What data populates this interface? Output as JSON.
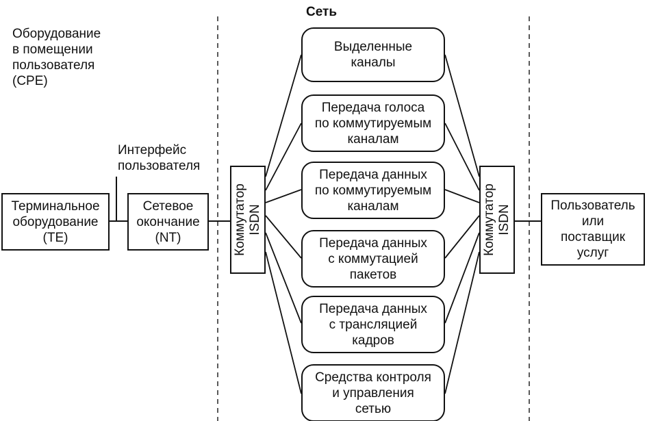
{
  "network": {
    "title": "Сеть",
    "services": [
      {
        "lines": [
          "Выделенные",
          "каналы"
        ]
      },
      {
        "lines": [
          "Передача голоса",
          "по коммутируемым",
          "каналам"
        ]
      },
      {
        "lines": [
          "Передача данных",
          "по коммутируемым",
          "каналам"
        ]
      },
      {
        "lines": [
          "Передача данных",
          "с коммутацией",
          "пакетов"
        ]
      },
      {
        "lines": [
          "Передача данных",
          "с трансляцией",
          "кадров"
        ]
      },
      {
        "lines": [
          "Средства контроля",
          "и управления",
          "сетью"
        ]
      }
    ]
  },
  "premises": {
    "label_lines": [
      "Оборудование",
      "в помещении",
      "пользователя",
      "(CPE)"
    ]
  },
  "interface": {
    "label_lines": [
      "Интерфейс",
      "пользователя"
    ]
  },
  "terminal": {
    "lines": [
      "Терминальное",
      "оборудование",
      "(TE)"
    ]
  },
  "network_termination": {
    "lines": [
      "Сетевое",
      "окончание",
      "(NT)"
    ]
  },
  "left_switch": {
    "lines": [
      "Коммутатор",
      "ISDN"
    ]
  },
  "right_switch": {
    "lines": [
      "Коммутатор",
      "ISDN"
    ]
  },
  "provider": {
    "lines": [
      "Пользователь",
      "или",
      "поставщик",
      "услуг"
    ]
  }
}
